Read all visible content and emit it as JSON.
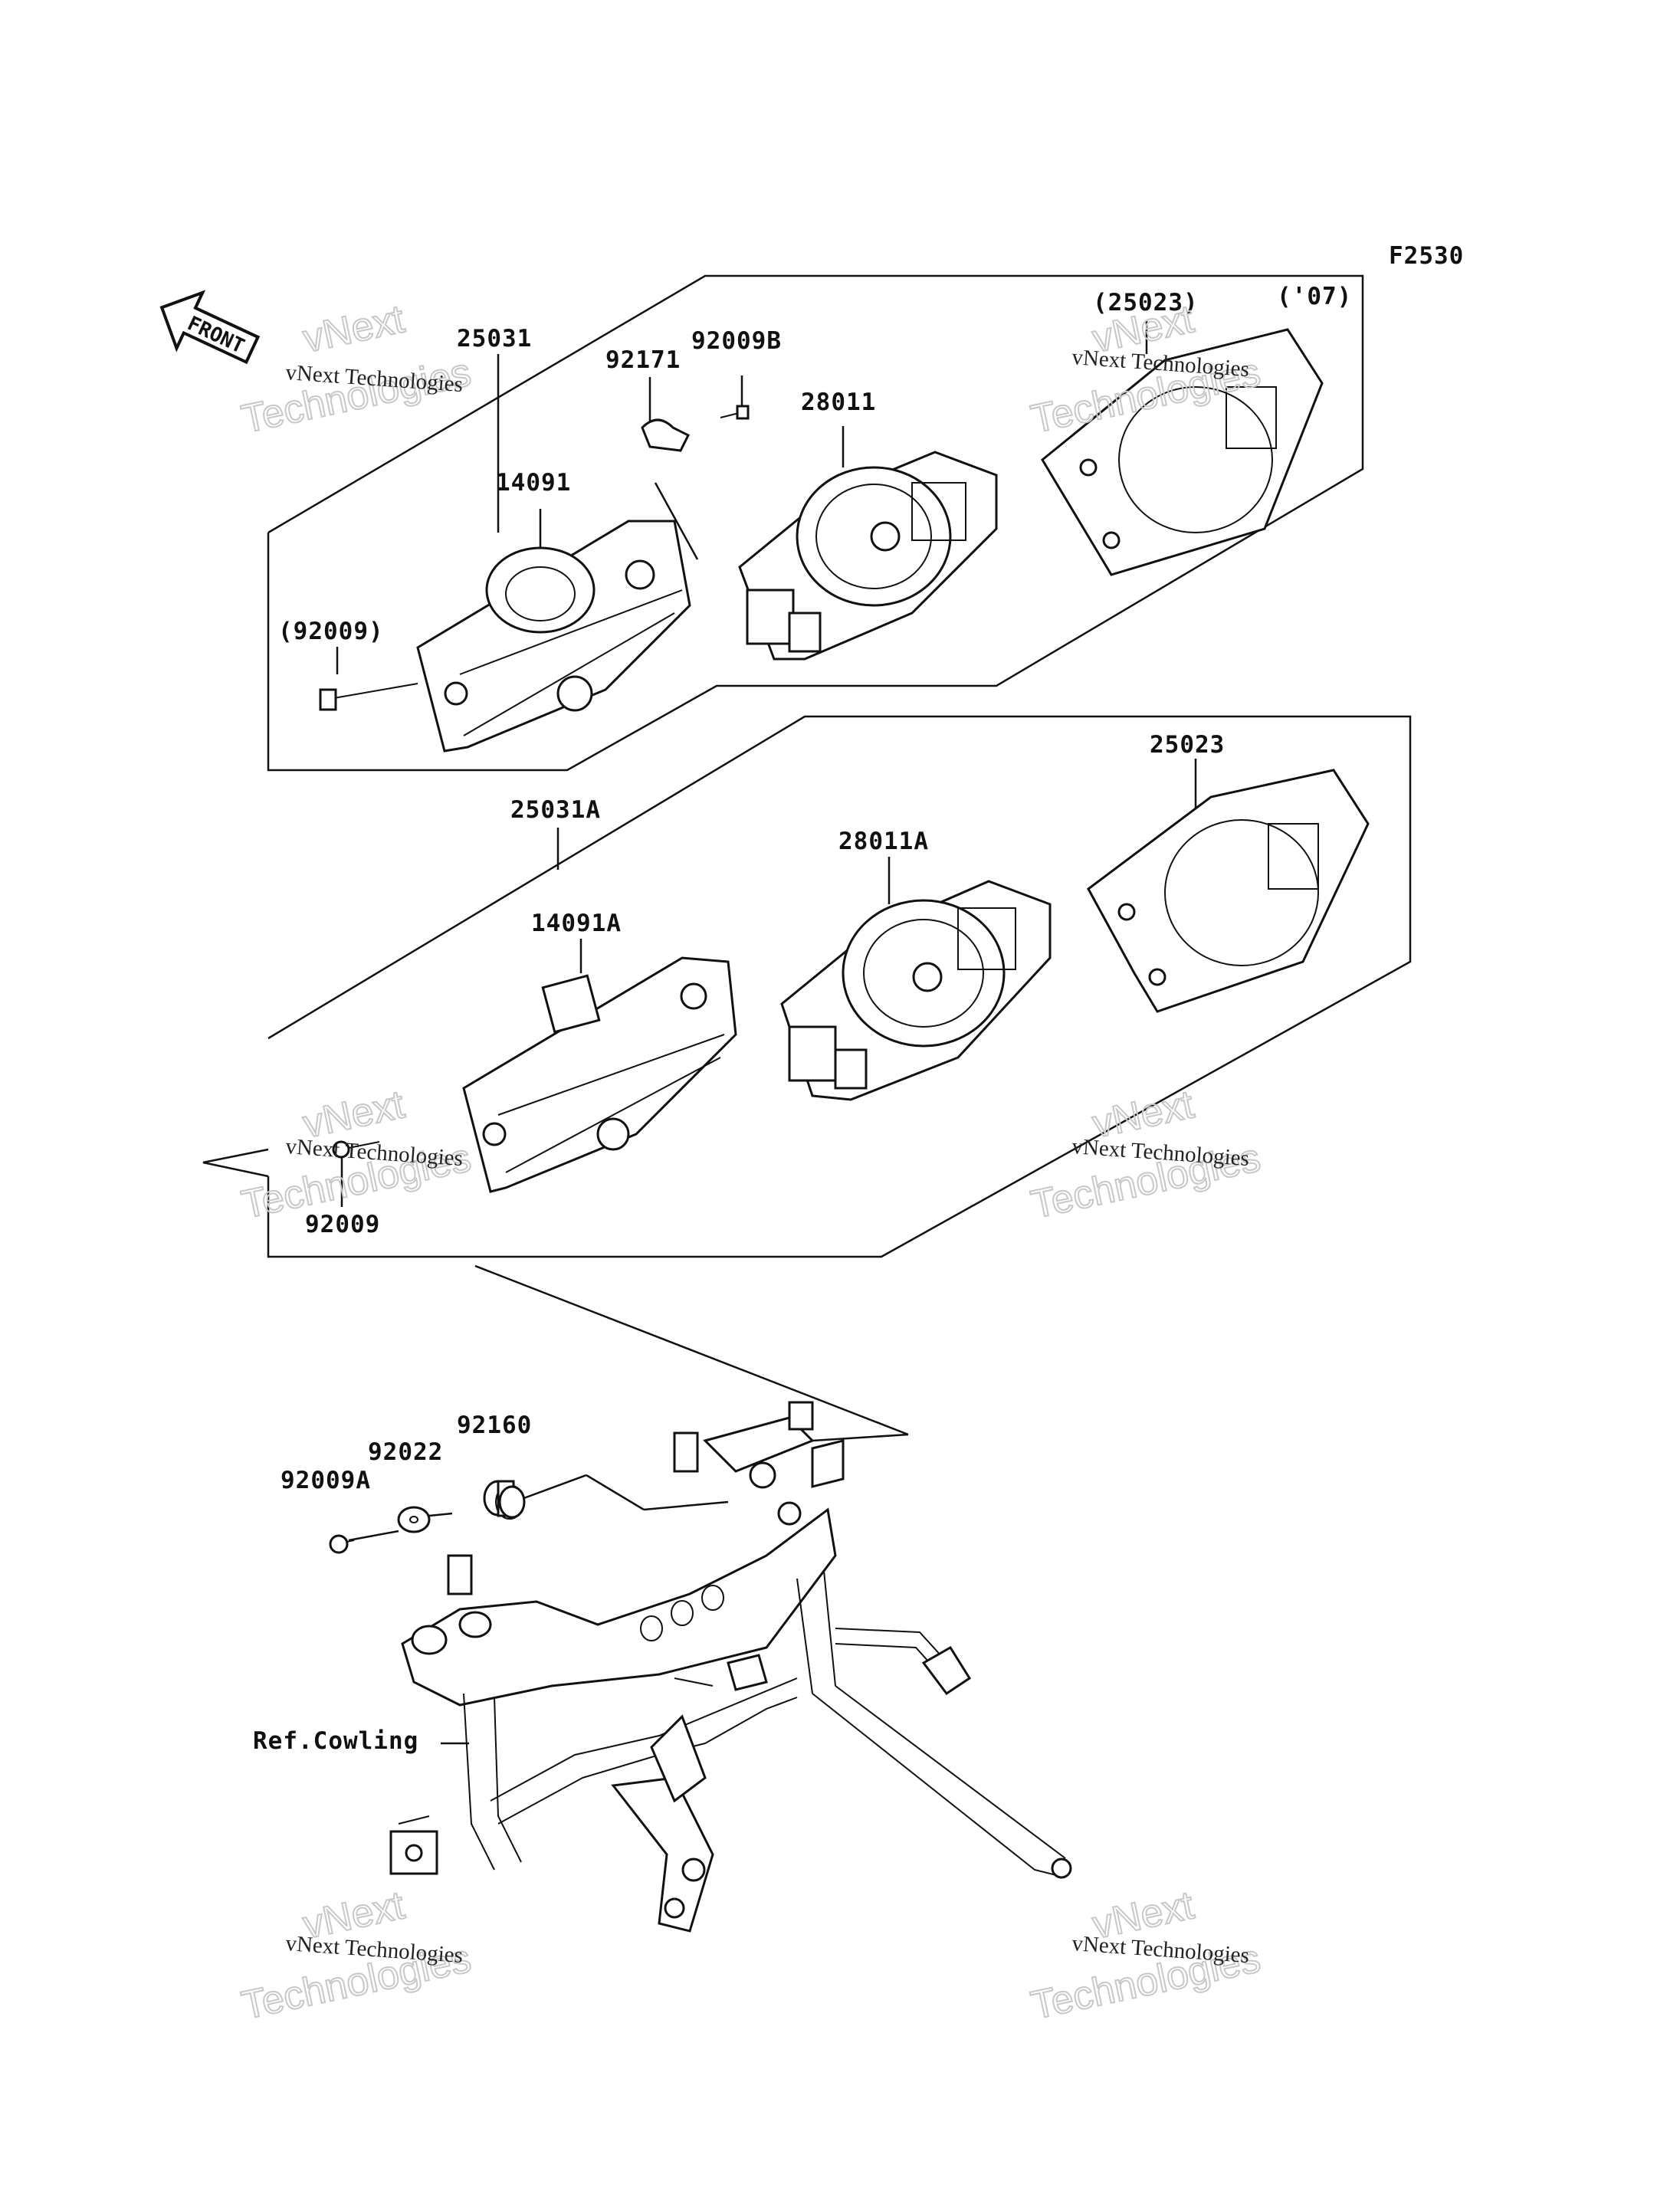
{
  "figure_code": "F2530",
  "front_label": "FRONT",
  "year_note": "('07)",
  "labels": {
    "p25031": "25031",
    "p92171": "92171",
    "p92009B": "92009B",
    "p28011": "28011",
    "p25023_paren": "(25023)",
    "p14091": "14091",
    "p92009_paren": "(92009)",
    "p25023": "25023",
    "p25031A": "25031A",
    "p28011A": "28011A",
    "p14091A": "14091A",
    "p92009": "92009",
    "p92160": "92160",
    "p92022": "92022",
    "p92009A": "92009A",
    "ref_cowling": "Ref.Cowling"
  },
  "watermark": {
    "company": "vNext Technologies",
    "line1": "vNext",
    "line2": "Technologies"
  }
}
